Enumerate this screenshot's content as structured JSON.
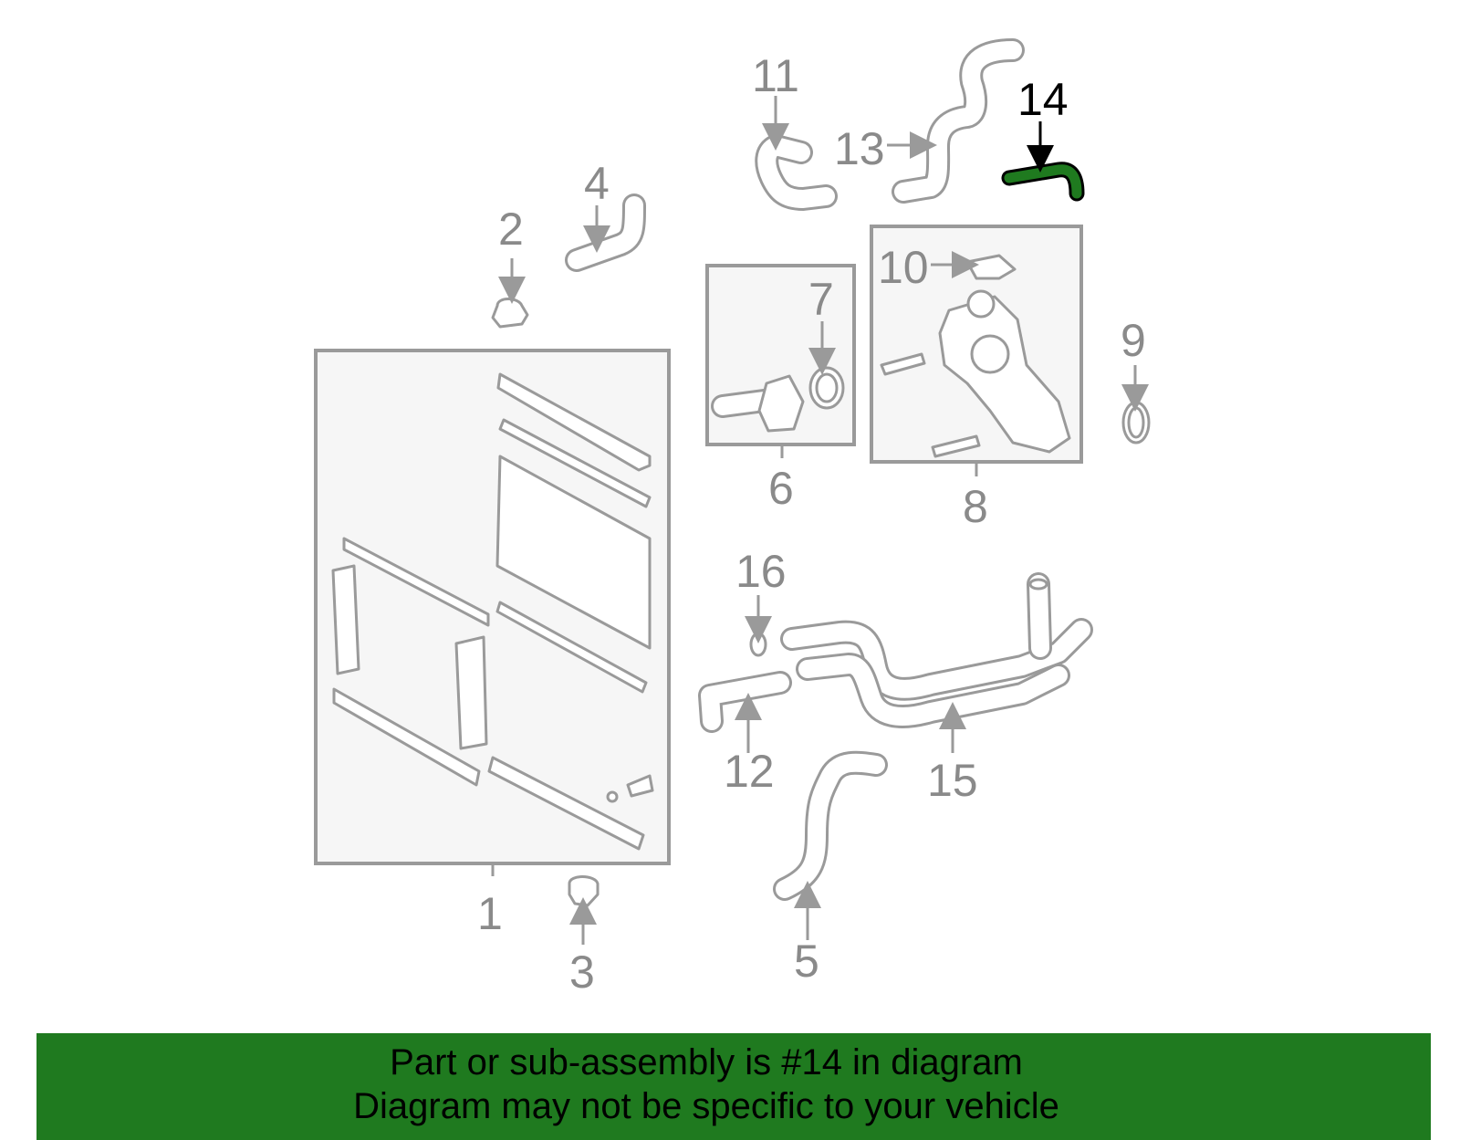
{
  "diagram": {
    "highlighted_part": "14",
    "highlight_color": "#1f7a1f",
    "callouts": [
      "1",
      "2",
      "3",
      "4",
      "5",
      "6",
      "7",
      "8",
      "9",
      "10",
      "11",
      "12",
      "13",
      "14",
      "15",
      "16"
    ]
  },
  "footer": {
    "line1": "Part or sub-assembly is #14 in diagram",
    "line2": "Diagram may not be specific to your vehicle",
    "background": "#1f7a1f"
  }
}
